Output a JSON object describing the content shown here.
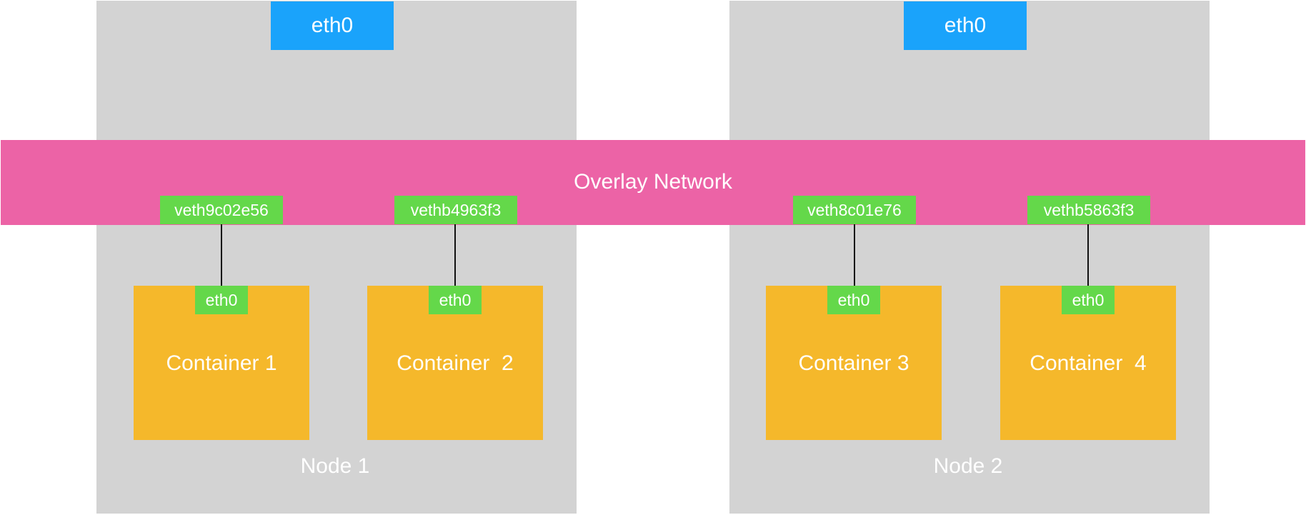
{
  "nodes": [
    {
      "label": "Node 1",
      "host_interface": "eth0"
    },
    {
      "label": "Node 2",
      "host_interface": "eth0"
    }
  ],
  "overlay": {
    "label": "Overlay Network"
  },
  "veths": [
    "veth9c02e56",
    "vethb4963f3",
    "veth8c01e76",
    "vethb5863f3"
  ],
  "containers": [
    {
      "label": "Container 1",
      "interface": "eth0"
    },
    {
      "label": "Container  2",
      "interface": "eth0"
    },
    {
      "label": "Container 3",
      "interface": "eth0"
    },
    {
      "label": "Container  4",
      "interface": "eth0"
    }
  ],
  "colors": {
    "node_bg": "#d3d3d3",
    "host_eth": "#1aa3fb",
    "overlay": "#ec63a6",
    "veth": "#64d84a",
    "container": "#f5b82b",
    "text": "#ffffff"
  }
}
